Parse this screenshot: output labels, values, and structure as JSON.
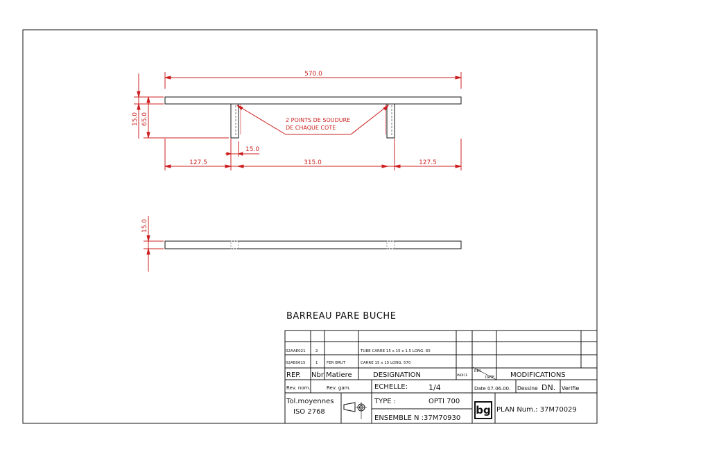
{
  "drawing": {
    "title": "BARREAU PARE BUCHE",
    "dims": {
      "overall": "570.0",
      "left": "127.5",
      "middle": "315.0",
      "right": "127.5",
      "tube": "15.0",
      "height_outer": "15.0",
      "height_leg": "65.0",
      "side_thickness": "15.0"
    },
    "note_line1": "2 POINTS DE SOUDURE",
    "note_line2": "DE CHAQUE COTE"
  },
  "title_block": {
    "rows": [
      {
        "code": "02AAE021",
        "nbr": "2",
        "matiere": "",
        "designation": "TUBE CARRE 15 x 15 x 1.5  LONG. 65"
      },
      {
        "code": "02AB0615",
        "nbr": "1",
        "matiere": "FER BRUT",
        "designation": "CARRE 15 x 15 LONG. 570"
      }
    ],
    "headers": {
      "rep": "REP.",
      "nbr": "Nbr",
      "matiere": "Matiere",
      "designation": "DESIGNATION",
      "indice": "INDICE",
      "rev": "REV.",
      "date": "DATE",
      "modifications": "MODIFICATIONS"
    },
    "rev_nom": "Rev. nom.",
    "rev_gam": "Rev. gam.",
    "echelle_label": "ECHELLE:",
    "echelle_value": "1/4",
    "date_text": "Date 07.06.00.",
    "dessine": "Dessine",
    "dessine_by": "DN.",
    "verifie": "Verifie",
    "tol_line1": "Tol.moyennes",
    "tol_line2": "ISO 2768",
    "type_label": "TYPE :",
    "type_value": "OPTI 700",
    "ensemble": "ENSEMBLE N :37M70930",
    "logo": "bg",
    "plan": "PLAN Num.:  37M70029"
  },
  "colors": {
    "dimension": "#cc1f1f",
    "outline": "#111111",
    "hidden": "#9a9a9a"
  }
}
